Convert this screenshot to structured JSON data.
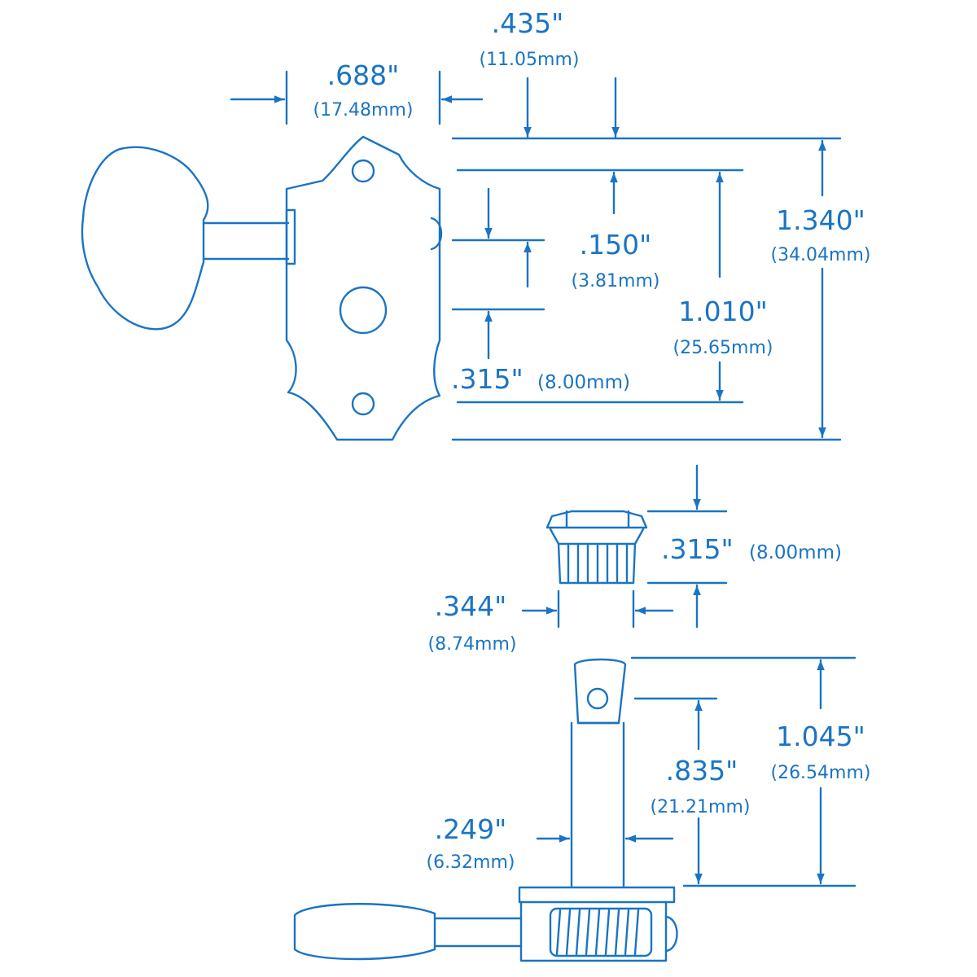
{
  "colors": {
    "line": "#1a74c4",
    "text": "#1a74c4",
    "background": "#ffffff"
  },
  "dimensions": {
    "button_housing_width": {
      "in": ".688\"",
      "mm": "(17.48mm)"
    },
    "post_offset": {
      "in": ".435\"",
      "mm": "(11.05mm)"
    },
    "overall_height": {
      "in": "1.340\"",
      "mm": "(34.04mm)"
    },
    "post_hole_diameter": {
      "in": ".150\"",
      "mm": "(3.81mm)"
    },
    "mounting_hole_spacing": {
      "in": "1.010\"",
      "mm": "(25.65mm)"
    },
    "hole_to_edge": {
      "in": ".315\"",
      "mm": "(8.00mm)"
    },
    "bushing_height": {
      "in": ".315\"",
      "mm": "(8.00mm)"
    },
    "bushing_diameter": {
      "in": ".344\"",
      "mm": "(8.74mm)"
    },
    "post_height": {
      "in": "1.045\"",
      "mm": "(26.54mm)"
    },
    "post_string_hole_height": {
      "in": ".835\"",
      "mm": "(21.21mm)"
    },
    "post_diameter": {
      "in": ".249\"",
      "mm": "(6.32mm)"
    }
  }
}
